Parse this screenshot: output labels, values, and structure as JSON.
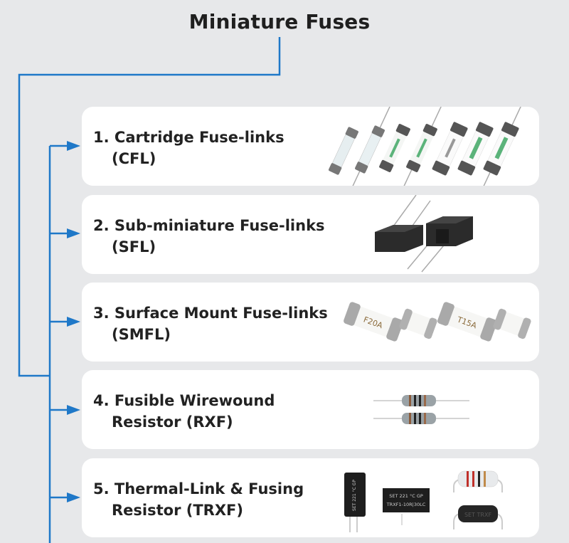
{
  "title": "Miniature Fuses",
  "colors": {
    "connector": "#1f78c8",
    "background": "#e7e8ea",
    "card": "#ffffff",
    "text": "#222222"
  },
  "categories": [
    {
      "number": "1.",
      "line1": "Cartridge Fuse-links",
      "line2": "(CFL)",
      "image": "cartridge-fuses-image"
    },
    {
      "number": "2.",
      "line1": "Sub-miniature Fuse-links",
      "line2": "(SFL)",
      "image": "subminiature-fuses-image"
    },
    {
      "number": "3.",
      "line1": "Surface Mount Fuse-links",
      "line2": "(SMFL)",
      "image": "smd-fuses-image",
      "markings": [
        "F20A",
        "T15A"
      ]
    },
    {
      "number": "4.",
      "line1": "Fusible Wirewound",
      "line2": "Resistor (RXF)",
      "image": "wirewound-resistors-image"
    },
    {
      "number": "5.",
      "line1": "Thermal-Link & Fusing",
      "line2": "Resistor (TRXF)",
      "image": "thermal-link-image",
      "markings": [
        "SET 221 °C GP",
        "TRXF1-10R|30LC",
        "SET TRXF"
      ]
    }
  ]
}
